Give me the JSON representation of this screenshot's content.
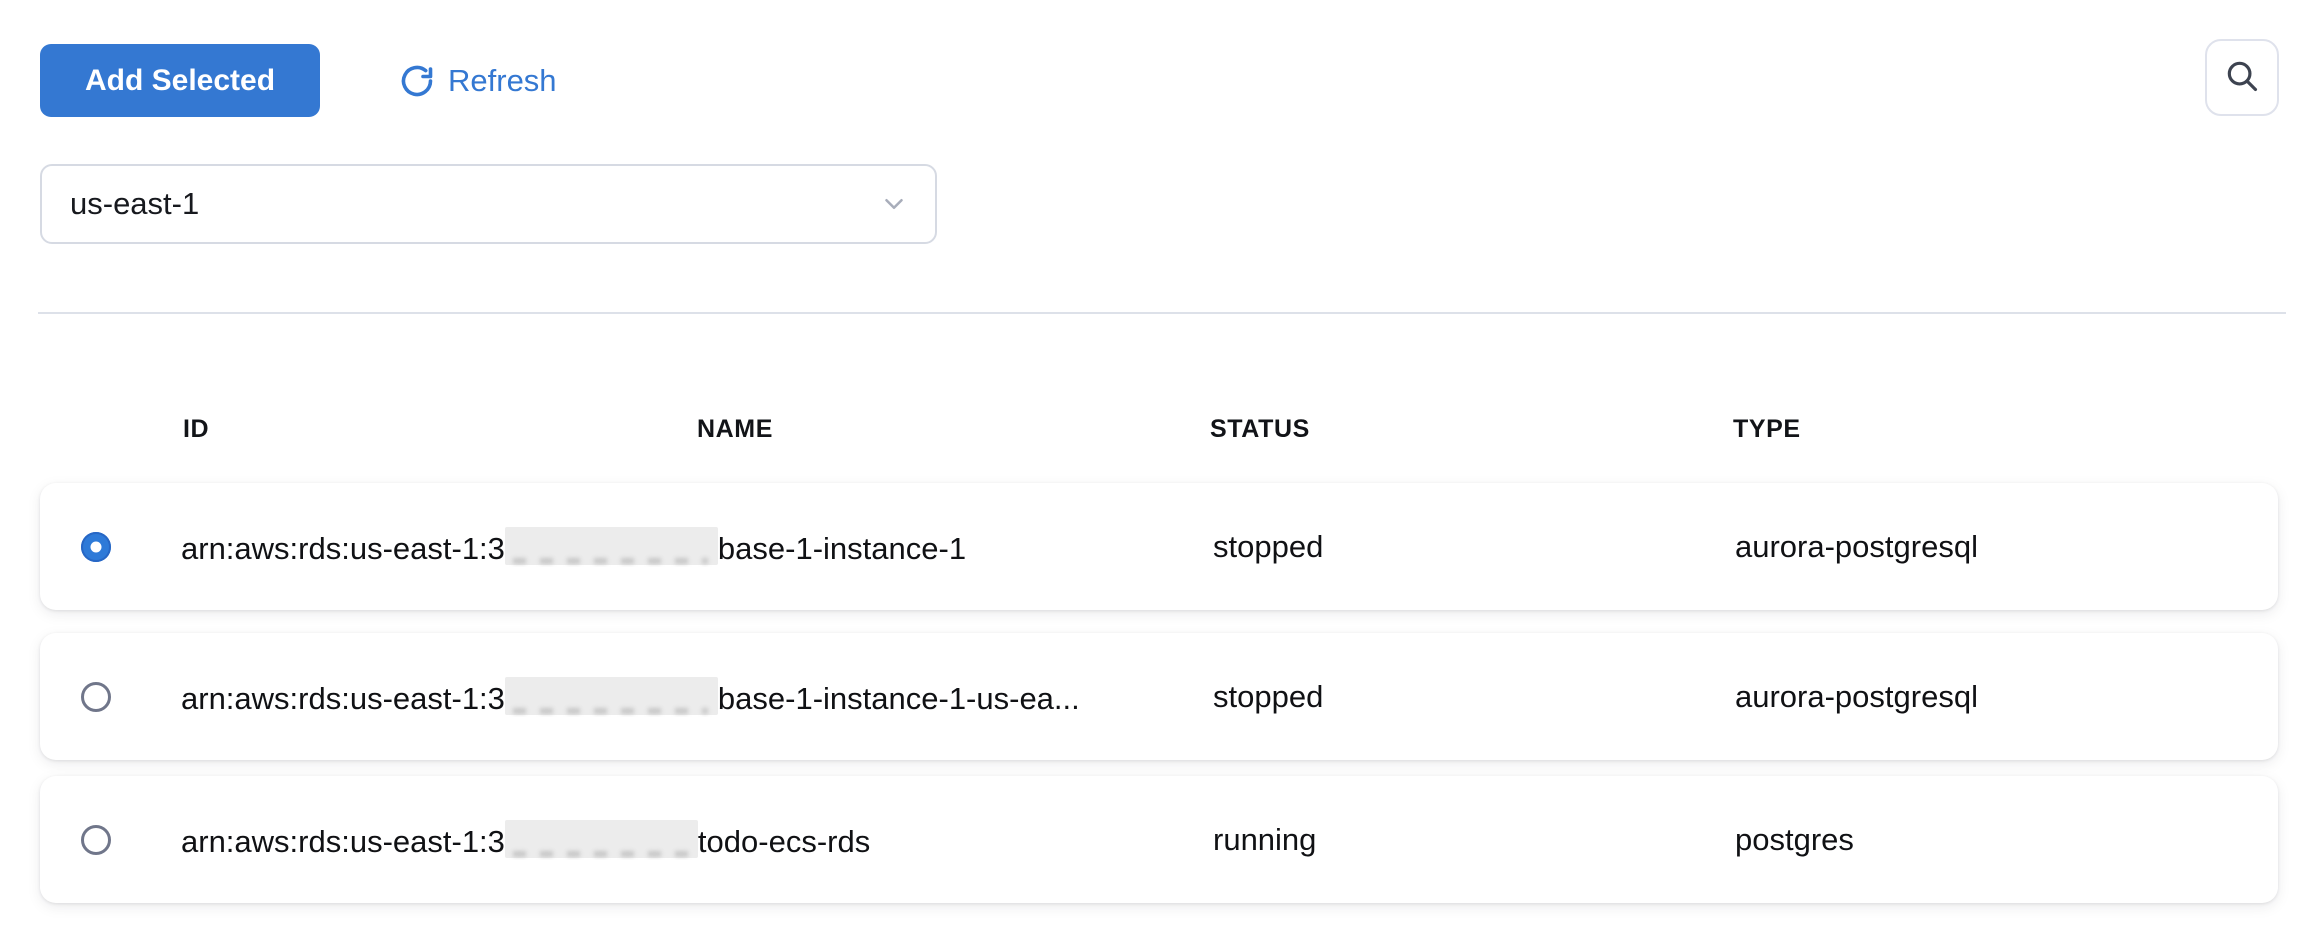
{
  "toolbar": {
    "add_selected_label": "Add Selected",
    "refresh_label": "Refresh"
  },
  "search": {
    "icon": "search-icon"
  },
  "region_select": {
    "value": "us-east-1",
    "icon": "chevron-down-icon"
  },
  "icons": {
    "refresh": "refresh-icon",
    "search": "search-icon",
    "chevron": "chevron-down-icon"
  },
  "colors": {
    "primary_blue": "#3478d2",
    "selected_radio_blue": "#2e7ad8",
    "row_background": "#ffffff",
    "redaction_gray": "#ececec"
  },
  "table": {
    "columns": {
      "id": "ID",
      "name": "NAME",
      "status": "STATUS",
      "type": "TYPE"
    },
    "rows": [
      {
        "selected": true,
        "id_prefix": "arn:aws:rds:us-east-1:3",
        "id_redacted": true,
        "id_suffix": "base-1-instance-1",
        "status": "stopped",
        "type": "aurora-postgresql"
      },
      {
        "selected": false,
        "id_prefix": "arn:aws:rds:us-east-1:3",
        "id_redacted": true,
        "id_suffix": "base-1-instance-1-us-ea...",
        "status": "stopped",
        "type": "aurora-postgresql"
      },
      {
        "selected": false,
        "id_prefix": "arn:aws:rds:us-east-1:3",
        "id_redacted": true,
        "id_suffix": "todo-ecs-rds",
        "status": "running",
        "type": "postgres"
      }
    ]
  }
}
